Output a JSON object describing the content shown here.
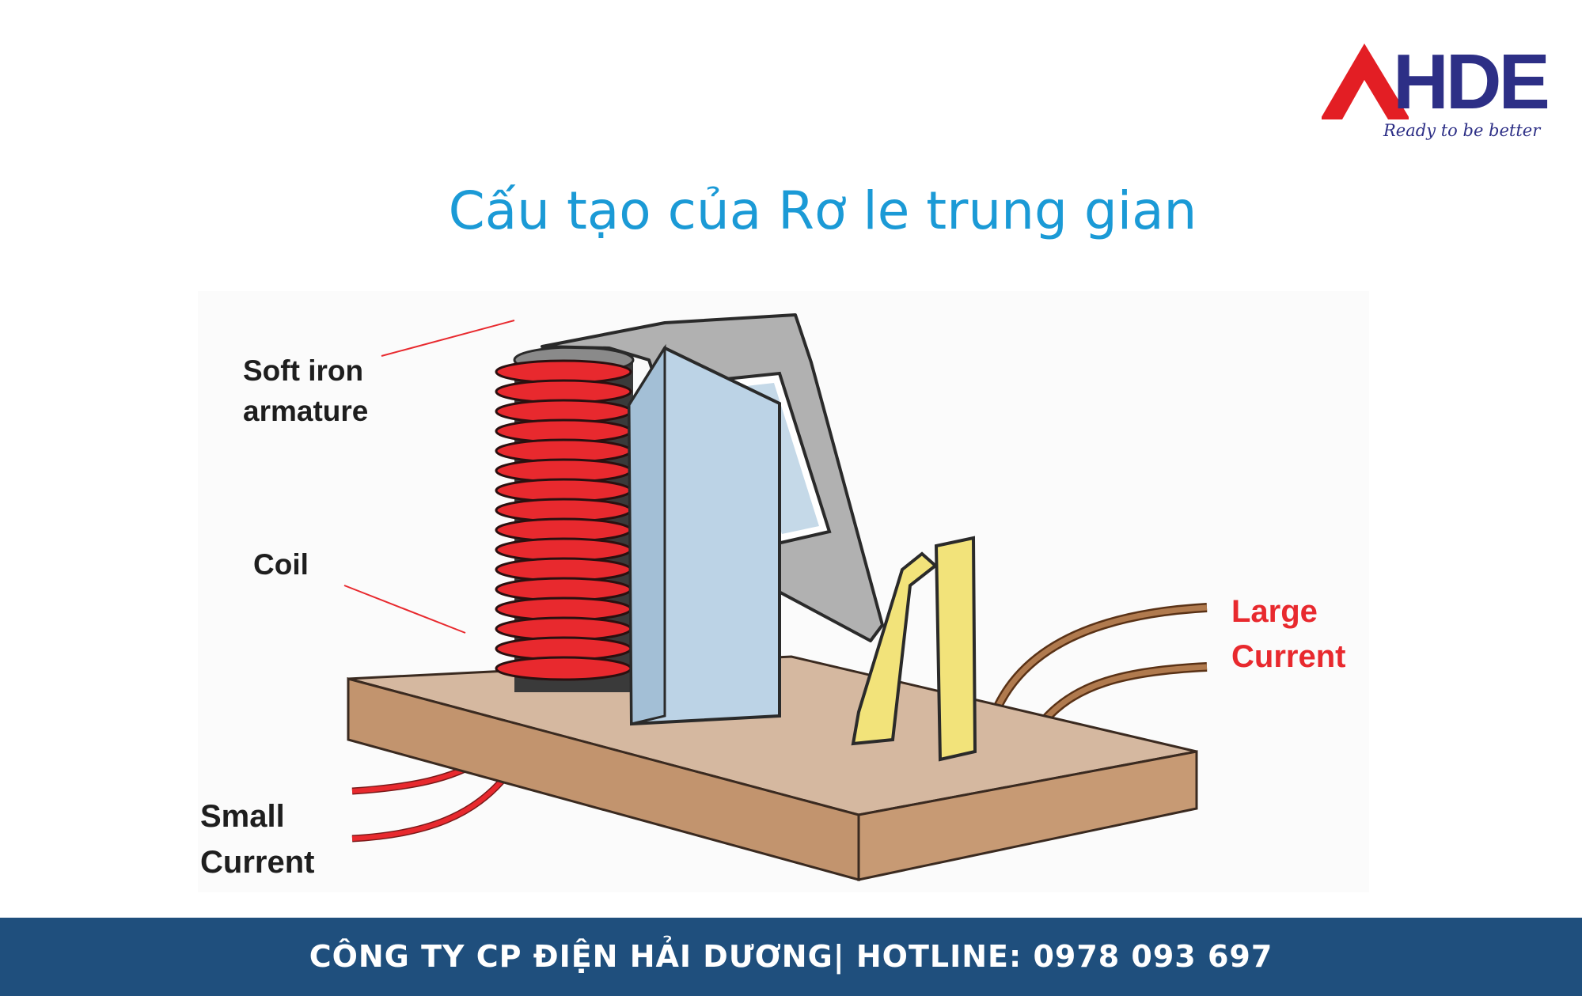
{
  "logo": {
    "letters": "HDE",
    "tagline": "Ready to be better"
  },
  "title": "Cấu tạo của Rơ le trung gian",
  "labels": {
    "armature_line1": "Soft iron",
    "armature_line2": "armature",
    "coil": "Coil",
    "small_line1": "Small",
    "small_line2": "Current",
    "large_line1": "Large",
    "large_line2": "Current"
  },
  "footer": {
    "text": "CÔNG TY CP ĐIỆN HẢI DƯƠNG| HOTLINE: 0978 093 697"
  },
  "colors": {
    "title": "#1b9ad6",
    "brand_red": "#e31e24",
    "brand_navy": "#2d2f86",
    "label_red": "#e8292e",
    "footer_bg": "#1f4f7d"
  }
}
